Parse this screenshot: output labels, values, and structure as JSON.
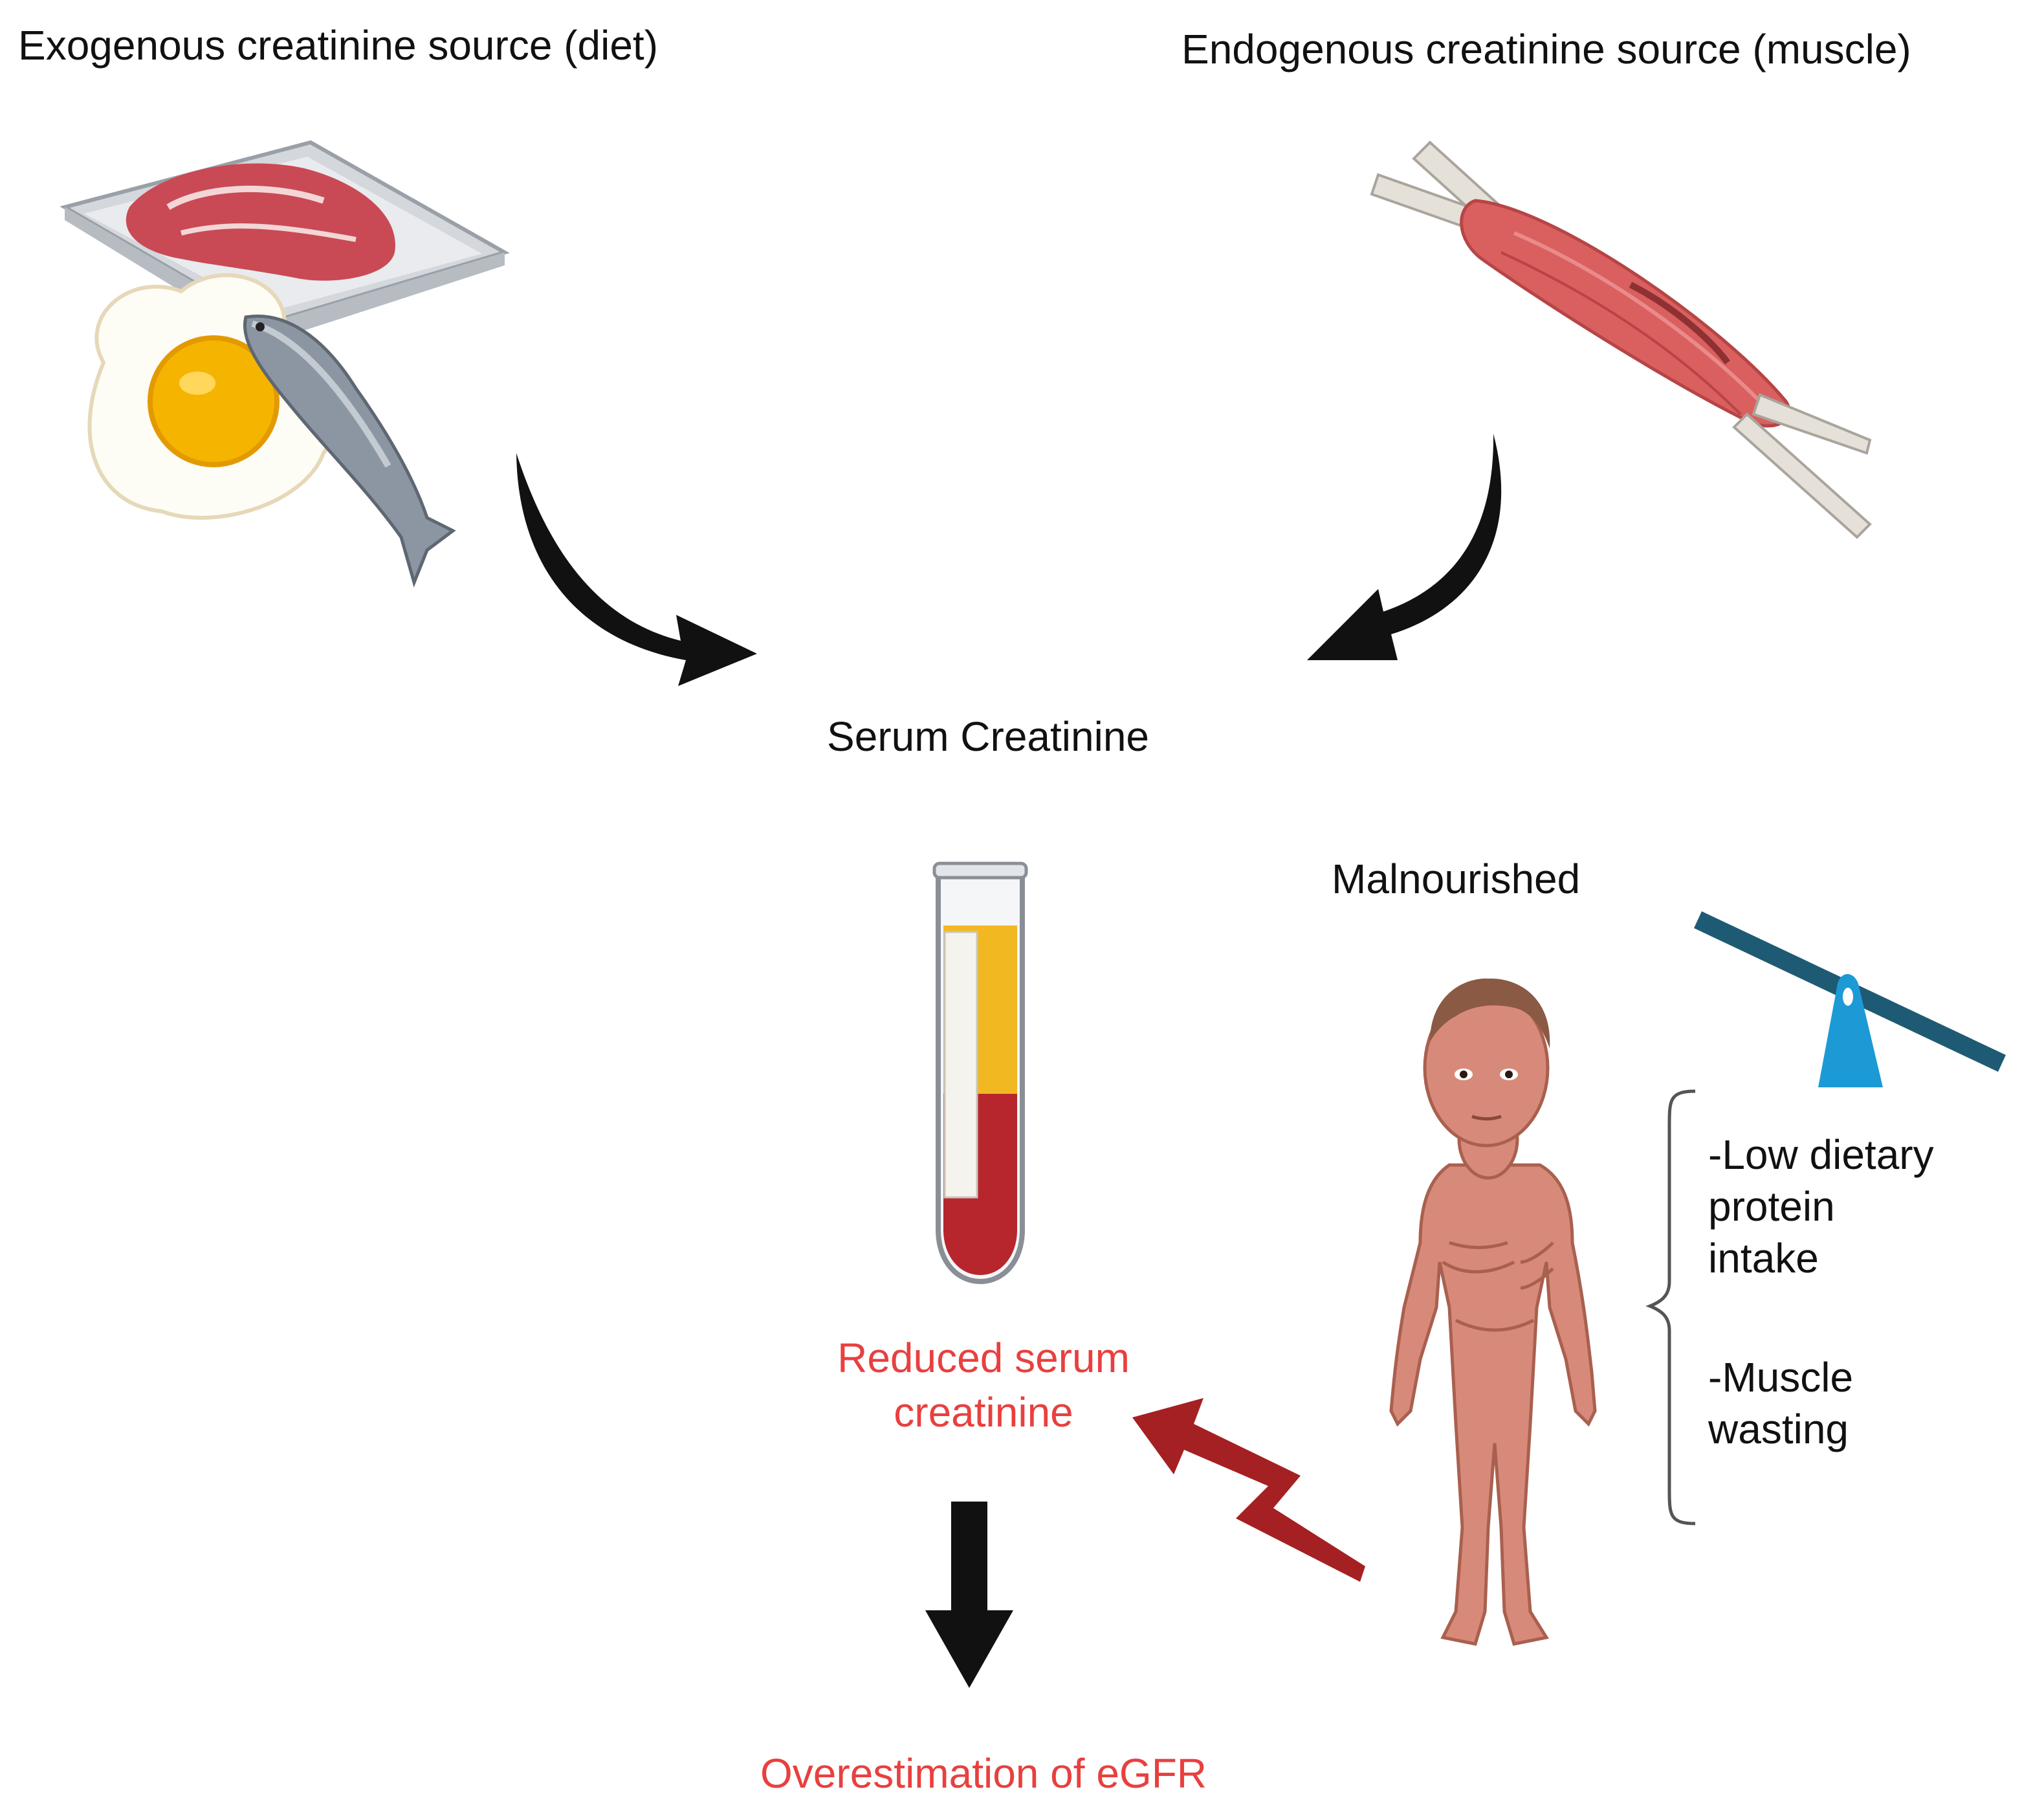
{
  "labels": {
    "exogenous": "Exogenous creatinine source (diet)",
    "endogenous": "Endogenous creatinine source (muscle)",
    "serum": "Serum Creatinine",
    "malnourished": "Malnourished",
    "reduced_line1": "Reduced serum",
    "reduced_line2": "creatinine",
    "overestimation": "Overestimation of eGFR",
    "factor1_line1": "-Low dietary",
    "factor1_line2": "protein",
    "factor1_line3": "intake",
    "factor2_line1": "-Muscle",
    "factor2_line2": "wasting"
  },
  "colors": {
    "text": "#111111",
    "highlight": "#e8403f",
    "arrow_black": "#111111",
    "arrow_red": "#a52022",
    "meat": "#c94a55",
    "egg_yolk": "#f5b400",
    "fish": "#8c96a3",
    "muscle": "#d9605f",
    "tendon": "#e5e1d8",
    "plasma": "#f2b822",
    "blood": "#b8262d",
    "skin": "#d88a7a",
    "hair": "#8a5a44",
    "seesaw_beam": "#1f5a74",
    "seesaw_fulcrum": "#1c9ad6",
    "brace": "#555555"
  },
  "icons": [
    "meat-tray-icon",
    "fried-egg-icon",
    "fish-icon",
    "muscle-icon",
    "test-tube-icon",
    "malnourished-child-icon",
    "seesaw-icon"
  ]
}
